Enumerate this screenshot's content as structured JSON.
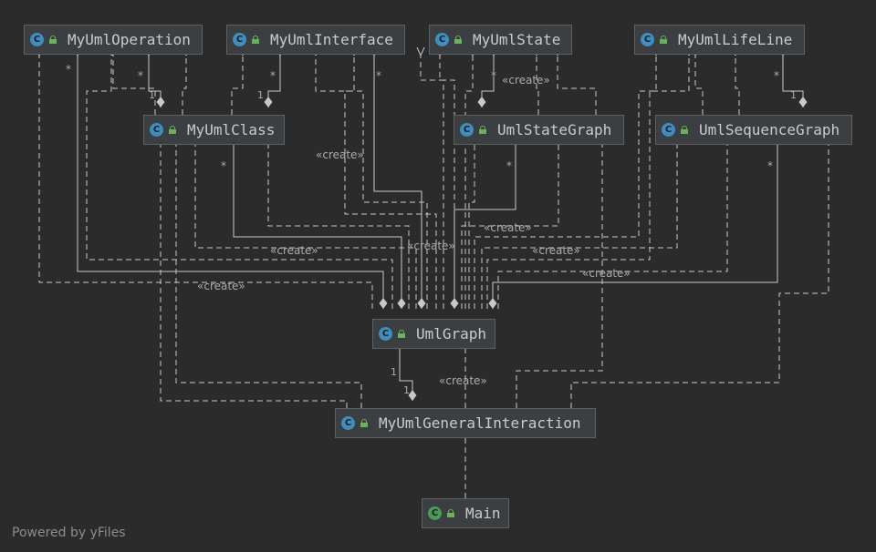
{
  "diagram": {
    "classes": [
      {
        "id": "op",
        "name": "MyUmlOperation"
      },
      {
        "id": "itf",
        "name": "MyUmlInterface"
      },
      {
        "id": "st",
        "name": "MyUmlState"
      },
      {
        "id": "ll",
        "name": "MyUmlLifeLine"
      },
      {
        "id": "cls",
        "name": "MyUmlClass"
      },
      {
        "id": "sg",
        "name": "UmlStateGraph"
      },
      {
        "id": "seq",
        "name": "UmlSequenceGraph"
      },
      {
        "id": "ug",
        "name": "UmlGraph"
      },
      {
        "id": "gi",
        "name": "MyUmlGeneralInteraction"
      },
      {
        "id": "main",
        "name": "Main"
      }
    ],
    "class_icon_letter": "C",
    "stereotype_create": "«create»",
    "multiplicity_many": "*",
    "multiplicity_one": "1"
  },
  "footer": "Powered by yFiles",
  "colors": {
    "background": "#2b2b2b",
    "node_fill": "#3c3f41",
    "node_border": "#5e6163",
    "edge": "#c8c8c8",
    "class_icon": "#3f8ebf",
    "main_icon": "#4a9a5c",
    "lock": "#69b25a"
  }
}
